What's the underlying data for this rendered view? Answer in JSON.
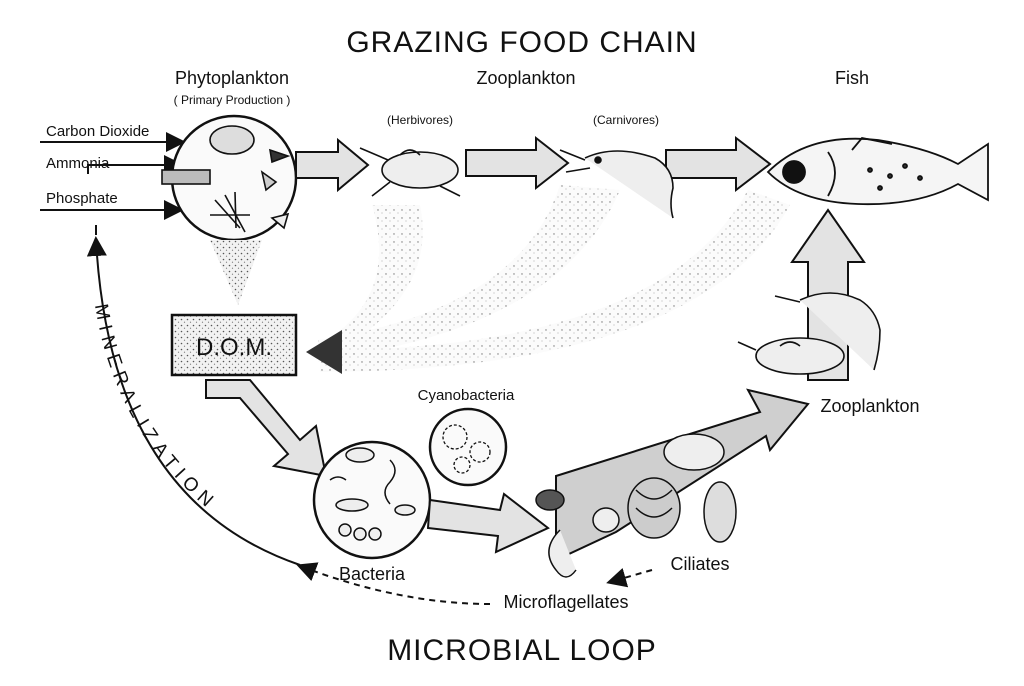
{
  "titles": {
    "top": "GRAZING FOOD CHAIN",
    "bottom": "MICROBIAL LOOP"
  },
  "labels": {
    "phytoplankton": "Phytoplankton",
    "primary_production": "( Primary Production )",
    "zooplankton_top": "Zooplankton",
    "fish": "Fish",
    "herbivores": "(Herbivores)",
    "carnivores": "(Carnivores)",
    "carbon_dioxide": "Carbon Dioxide",
    "ammonia": "Ammonia",
    "phosphate": "Phosphate",
    "dom": "D.O.M.",
    "cyanobacteria": "Cyanobacteria",
    "bacteria": "Bacteria",
    "microflagellates": "Microflagellates",
    "ciliates": "Ciliates",
    "zooplankton_right": "Zooplankton",
    "mineralization": "MINERALIZATION"
  },
  "colors": {
    "ink": "#111111",
    "arrow_fill": "#e3e3e3",
    "background": "#ffffff"
  }
}
